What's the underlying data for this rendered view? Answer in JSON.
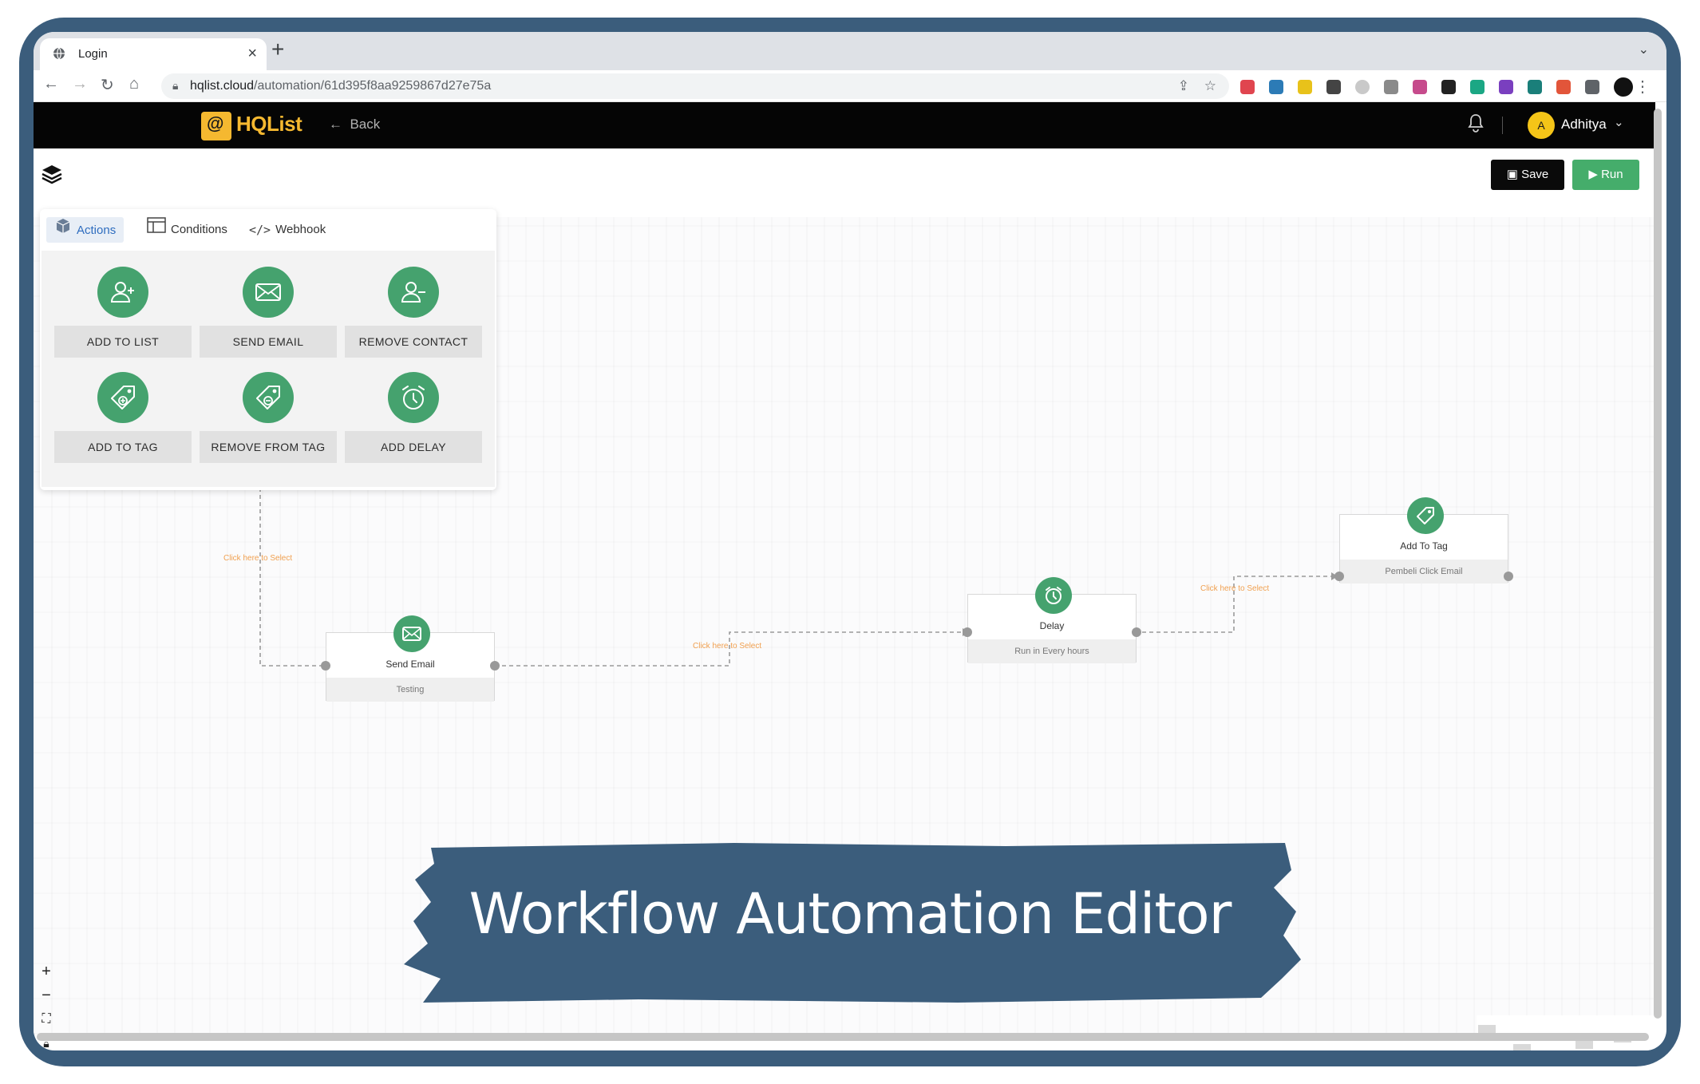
{
  "browser": {
    "tab_title": "Login",
    "new_tab": "+",
    "url_host": "hqlist.cloud",
    "url_path": "/automation/61d395f8aa9259867d27e75a"
  },
  "header": {
    "logo_mark": "@",
    "logo_text": "HQList",
    "back_label": "Back",
    "user_initial": "A",
    "user_name": "Adhitya"
  },
  "toolbar": {
    "save_label": "Save",
    "run_label": "Run"
  },
  "panel": {
    "tabs": [
      {
        "label": "Actions",
        "icon": "cube-icon",
        "active": true
      },
      {
        "label": "Conditions",
        "icon": "table-icon",
        "active": false
      },
      {
        "label": "Webhook",
        "icon": "code-icon",
        "active": false
      }
    ],
    "actions": [
      {
        "label": "ADD TO LIST",
        "icon": "user-plus-icon"
      },
      {
        "label": "SEND EMAIL",
        "icon": "envelope-icon"
      },
      {
        "label": "REMOVE CONTACT",
        "icon": "user-minus-icon"
      },
      {
        "label": "ADD TO TAG",
        "icon": "tag-plus-icon"
      },
      {
        "label": "REMOVE FROM TAG",
        "icon": "tag-minus-icon"
      },
      {
        "label": "ADD DELAY",
        "icon": "alarm-clock-icon"
      }
    ]
  },
  "flow": {
    "nodes": [
      {
        "title": "Send Email",
        "subtitle": "Testing",
        "icon": "envelope-icon"
      },
      {
        "title": "Delay",
        "subtitle": "Run in Every hours",
        "icon": "alarm-clock-icon"
      },
      {
        "title": "Add To Tag",
        "subtitle": "Pembeli Click Email",
        "icon": "tag-icon"
      }
    ],
    "edge_labels": [
      "Click here to Select",
      "Click here to Select",
      "Click here to Select"
    ]
  },
  "zoom": {
    "zoom_in": "+",
    "zoom_out": "−"
  },
  "banner": {
    "text": "Workflow Automation Editor"
  },
  "colors": {
    "frame": "#3b5d7c",
    "accent_green": "#45a26e",
    "run_green": "#45ad6b",
    "logo_yellow": "#f5b830",
    "edge_label": "#f0a050"
  }
}
